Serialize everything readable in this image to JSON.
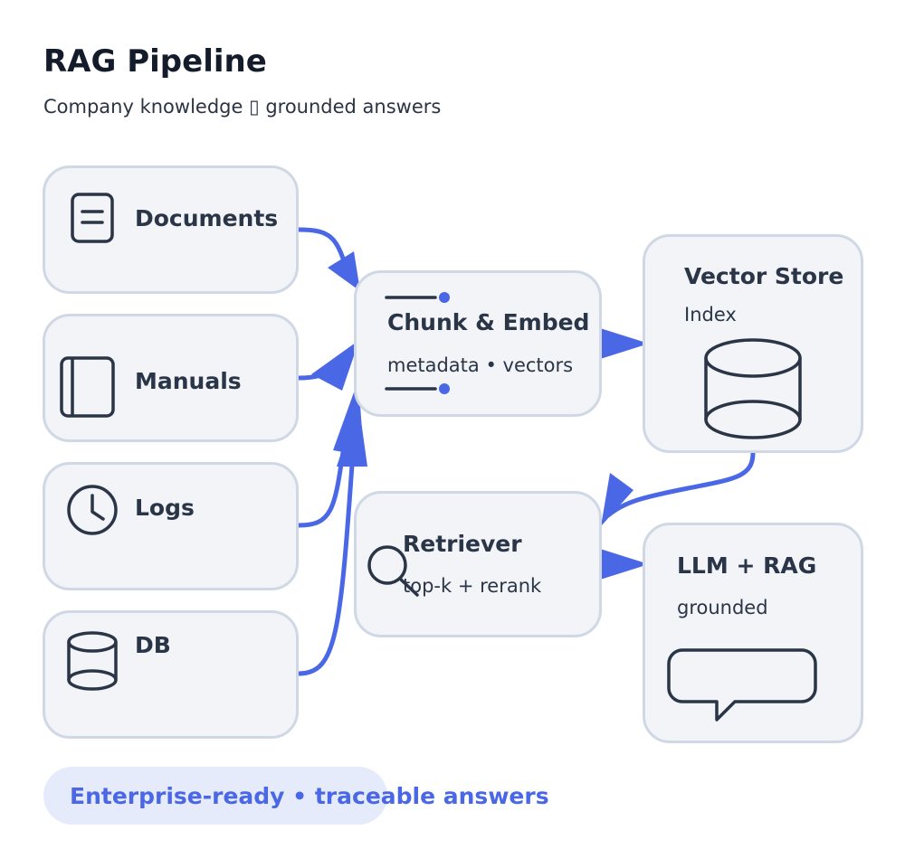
{
  "header": {
    "title": "RAG Pipeline",
    "subtitle": "Company knowledge ▯ grounded answers"
  },
  "sources": [
    {
      "label": "Documents",
      "icon": "document-icon"
    },
    {
      "label": "Manuals",
      "icon": "book-icon"
    },
    {
      "label": "Logs",
      "icon": "clock-icon"
    },
    {
      "label": "DB",
      "icon": "database-icon"
    }
  ],
  "chunk": {
    "title": "Chunk & Embed",
    "subtitle": "metadata • vectors"
  },
  "vector_store": {
    "title": "Vector Store",
    "subtitle": "Index",
    "icon": "database-icon"
  },
  "retriever": {
    "title": "Retriever",
    "subtitle": "top-k + rerank",
    "icon": "search-icon"
  },
  "llm": {
    "title": "LLM + RAG",
    "subtitle": "grounded",
    "icon": "chat-bubble-icon"
  },
  "footer": {
    "tagline": "Enterprise-ready • traceable answers"
  },
  "colors": {
    "accent": "#4a68e6",
    "box_fill": "#f2f4f7",
    "box_border": "#cfd8e4",
    "ink": "#2a3547"
  }
}
